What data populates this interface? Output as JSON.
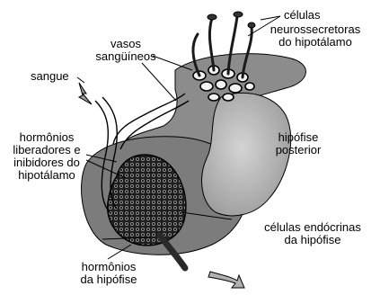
{
  "labels": {
    "neurosecretory_cells": [
      "células",
      "neurossecretoras",
      "do hipotálamo"
    ],
    "blood_vessels": [
      "vasos",
      "sangüíneos"
    ],
    "blood": "sangue",
    "hypothalamic_hormones": [
      "hormônios",
      "liberadores e",
      "inibidores do",
      "hipotálamo"
    ],
    "posterior_pituitary": [
      "hipófise",
      "posterior"
    ],
    "endocrine_cells": [
      "células endócrinas",
      "da hipófise"
    ],
    "pituitary_hormones": [
      "hormônios",
      "da hipófise"
    ]
  },
  "colors": {
    "hypothalamus_gray": "#8c8c8c",
    "posterior_lobe": "#bdbdbd",
    "anterior_dark": "#2a2a2a",
    "line": "#000000"
  }
}
